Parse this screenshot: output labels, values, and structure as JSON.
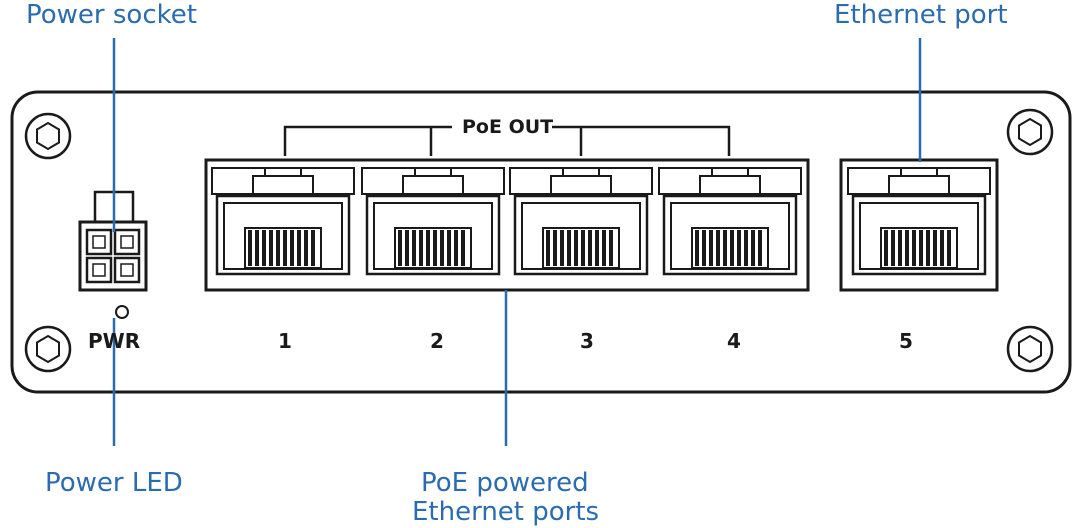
{
  "callouts": {
    "power_socket": "Power socket",
    "ethernet_port": "Ethernet port",
    "power_led": "Power LED",
    "poe_ports_line1": "PoE powered",
    "poe_ports_line2": "Ethernet ports"
  },
  "panel": {
    "poe_out": "PoE OUT",
    "pwr": "PWR",
    "ports": [
      "1",
      "2",
      "3",
      "4",
      "5"
    ]
  },
  "colors": {
    "callout": "#2b6cb0",
    "outline": "#1a1a1a"
  }
}
